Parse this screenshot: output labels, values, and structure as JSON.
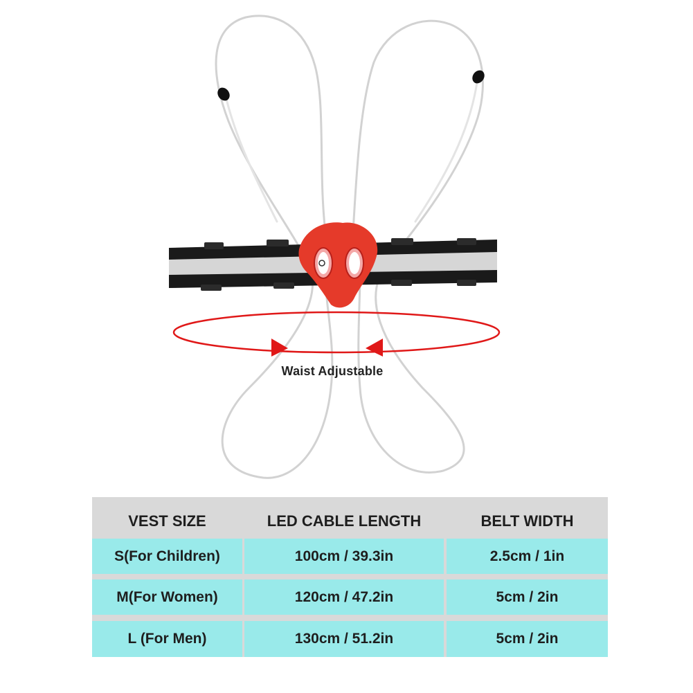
{
  "product": {
    "caption": "Waist Adjustable",
    "colors": {
      "cable": "#d8d8d8",
      "belt": "#1a1a1a",
      "reflective_stripe": "#d6d6d6",
      "light_unit": "#e53a2a",
      "arrow": "#e01818"
    }
  },
  "size_table": {
    "headers": [
      "VEST SIZE",
      "LED CABLE LENGTH",
      "BELT WIDTH"
    ],
    "rows": [
      [
        "S(For Children)",
        "100cm / 39.3in",
        "2.5cm / 1in"
      ],
      [
        "M(For Women)",
        "120cm / 47.2in",
        "5cm / 2in"
      ],
      [
        "L (For Men)",
        "130cm / 51.2in",
        "5cm / 2in"
      ]
    ],
    "colors": {
      "header_bg": "#d9d9d9",
      "row_bg": "#99eaea"
    }
  }
}
